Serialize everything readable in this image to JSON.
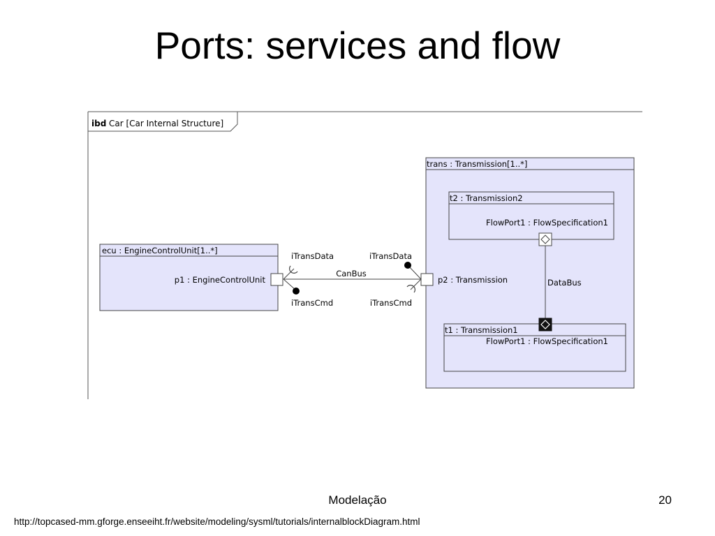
{
  "slide": {
    "title": "Ports: services and flow",
    "footer_center": "Modelação",
    "page_number": "20",
    "source_url": "http://topcased-mm.gforge.enseeiht.fr/website/modeling/sysml/tutorials/internalblockDiagram.html"
  },
  "diagram": {
    "frame": {
      "kind": "ibd",
      "name": "Car [Car Internal Structure]"
    },
    "ecu": {
      "title": "ecu : EngineControlUnit[1..*]",
      "port_label": "p1 : EngineControlUnit"
    },
    "trans": {
      "title": "trans : Transmission[1..*]",
      "port_label": "p2 : Transmission"
    },
    "t2": {
      "title": "t2 : Transmission2",
      "flowport": "FlowPort1 : FlowSpecification1"
    },
    "t1": {
      "title": "t1 : Transmission1",
      "flowport": "FlowPort1 : FlowSpecification1"
    },
    "connectors": {
      "canbus": "CanBus",
      "databus": "DataBus"
    },
    "interfaces": {
      "left_required": "iTransData",
      "left_provided": "iTransCmd",
      "right_provided": "iTransData",
      "right_required": "iTransCmd"
    },
    "colors": {
      "block_fill": "#e4e4fb",
      "line": "#444444",
      "text": "#000000"
    }
  }
}
